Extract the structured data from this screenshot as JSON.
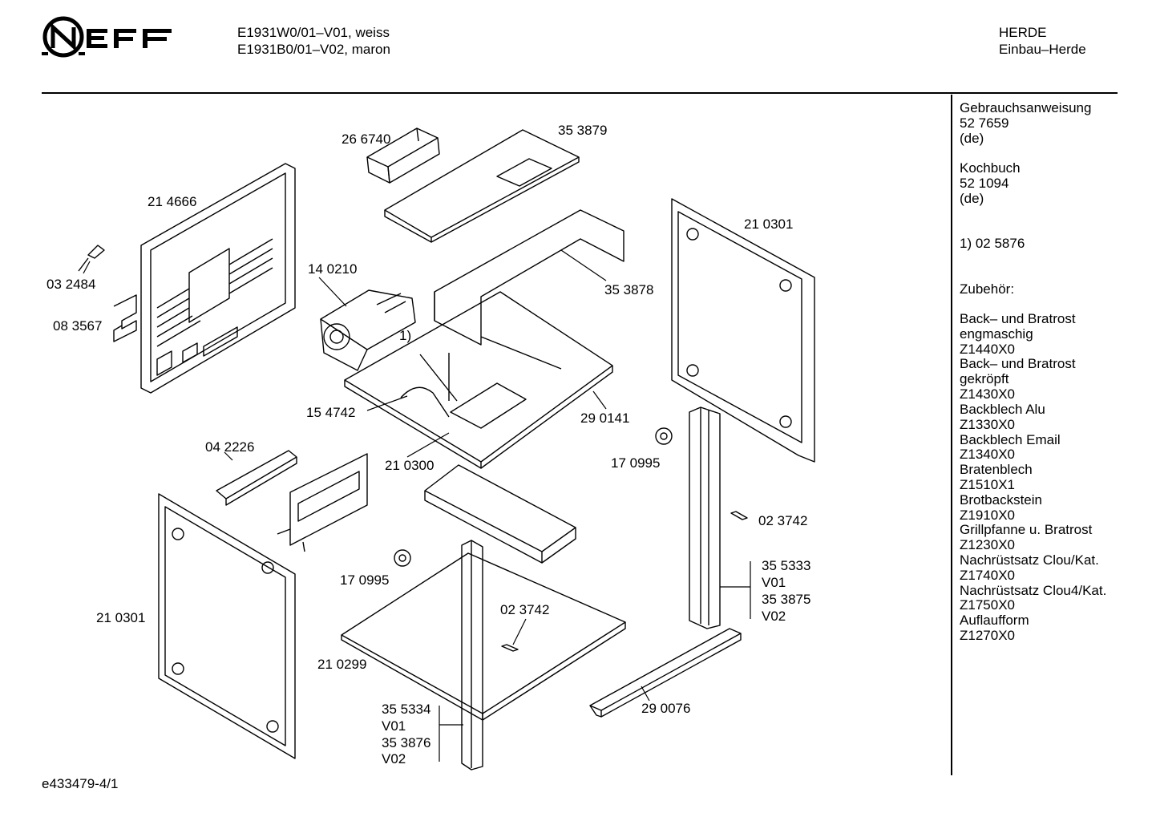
{
  "header": {
    "brand": "NEFF",
    "models": [
      "E1931W0/01–V01, weiss",
      "E1931B0/01–V02, maron"
    ],
    "category": [
      "HERDE",
      "Einbau–Herde"
    ]
  },
  "sidebar": {
    "manual": [
      "Gebrauchsanweisung",
      "52 7659",
      "(de)"
    ],
    "cookbook": [
      "Kochbuch",
      "52 1094",
      "(de)"
    ],
    "footnote": "1) 02 5876",
    "accessories_title": "Zubehör:",
    "accessories": [
      "Back– und Bratrost",
      "engmaschig",
      "Z1440X0",
      "Back– und Bratrost",
      "gekröpft",
      "Z1430X0",
      "Backblech Alu",
      "Z1330X0",
      "Backblech Email",
      "Z1340X0",
      "Bratenblech",
      "Z1510X1",
      "Brotbackstein",
      "Z1910X0",
      "Grillpfanne u. Bratrost",
      "Z1230X0",
      "Nachrüstsatz Clou/Kat.",
      "Z1740X0",
      "Nachrüstsatz Clou4/Kat.",
      "Z1750X0",
      "Auflaufform",
      "Z1270X0"
    ]
  },
  "parts": [
    "26 6740",
    "35 3879",
    "21 4666",
    "03 2484",
    "08 3567",
    "14 0210",
    "1)",
    "35 3878",
    "21 0301",
    "15 4742",
    "29 0141",
    "17 0995",
    "04 2226",
    "21 0300",
    "02 3742",
    "35 5333",
    "V01",
    "35 3875",
    "V02",
    "21 0301",
    "17 0995",
    "02 3742",
    "21 0299",
    "35 5334",
    "V01",
    "35 3876",
    "V02",
    "29 0076"
  ],
  "footer": {
    "drawing_code": "e433479-4/1"
  }
}
